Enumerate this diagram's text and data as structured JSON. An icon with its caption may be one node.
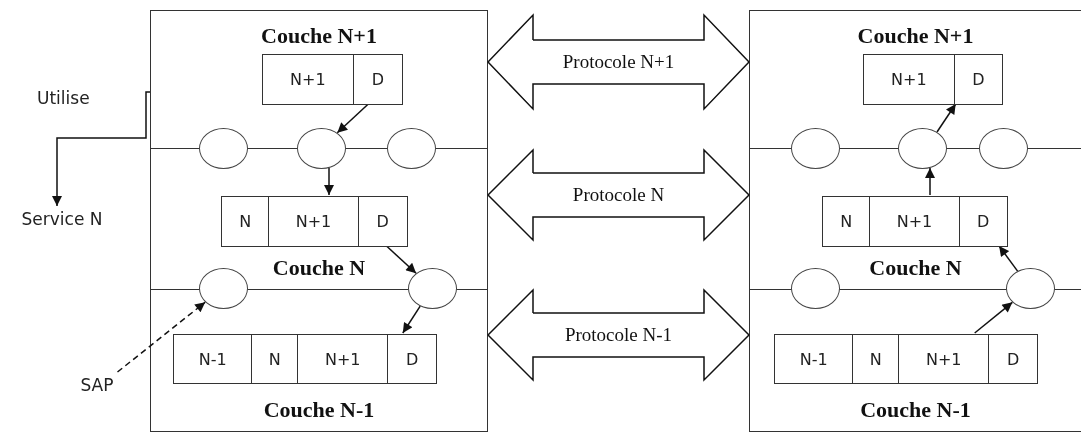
{
  "diagram": {
    "nodes": [
      {
        "text": [
          "Service N"
        ]
      },
      {
        "text": [
          "SAP"
        ]
      },
      {
        "text": [
          "Couche N+1"
        ]
      },
      {
        "text": [
          "N+1",
          "D"
        ],
        "in": 2
      },
      {
        "text": [],
        "shape": "circle"
      },
      {
        "text": [],
        "shape": "circle"
      },
      {
        "text": [],
        "shape": "circle"
      },
      {
        "text": [
          "Couche N"
        ]
      },
      {
        "text": [
          "N",
          "N+1",
          "D"
        ],
        "in": 7
      },
      {
        "text": [],
        "shape": "circle"
      },
      {
        "text": [],
        "shape": "circle"
      },
      {
        "text": [
          "Couche N-1"
        ]
      },
      {
        "text": [
          "N-1",
          "N",
          "N+1",
          "D"
        ],
        "in": 11
      },
      {
        "text": [
          "Couche N+1"
        ]
      },
      {
        "text": [
          "N+1",
          "D"
        ],
        "in": 13
      },
      {
        "text": [],
        "shape": "circle"
      },
      {
        "text": [],
        "shape": "circle"
      },
      {
        "text": [],
        "shape": "circle"
      },
      {
        "text": [
          "Couche N"
        ]
      },
      {
        "text": [
          "N",
          "N+1",
          "D"
        ],
        "in": 18
      },
      {
        "text": [],
        "shape": "circle"
      },
      {
        "text": [],
        "shape": "circle"
      },
      {
        "text": [
          "Couche N-1"
        ]
      },
      {
        "text": [
          "N-1",
          "N",
          "N+1",
          "D"
        ],
        "in": 22
      }
    ],
    "edges": [
      {
        "from": 2,
        "to": 0,
        "arrow": "to",
        "label": "Utilise"
      },
      {
        "from": 1,
        "to": 9,
        "arrow": "to",
        "style": "dashed"
      },
      {
        "from": 3,
        "to": 5,
        "arrow": "to"
      },
      {
        "from": 5,
        "to": 8,
        "arrow": "to"
      },
      {
        "from": 8,
        "to": 10,
        "arrow": "to"
      },
      {
        "from": 10,
        "to": 12,
        "arrow": "to"
      },
      {
        "from": 2,
        "to": 13,
        "arrow": "both",
        "label": "Protocole N+1"
      },
      {
        "from": 7,
        "to": 18,
        "arrow": "both",
        "label": "Protocole N"
      },
      {
        "from": 11,
        "to": 22,
        "arrow": "both",
        "label": "Protocole N-1"
      },
      {
        "from": 23,
        "to": 21,
        "arrow": "to"
      },
      {
        "from": 21,
        "to": 19,
        "arrow": "to"
      },
      {
        "from": 19,
        "to": 16,
        "arrow": "to"
      },
      {
        "from": 16,
        "to": 14,
        "arrow": "to"
      }
    ]
  }
}
